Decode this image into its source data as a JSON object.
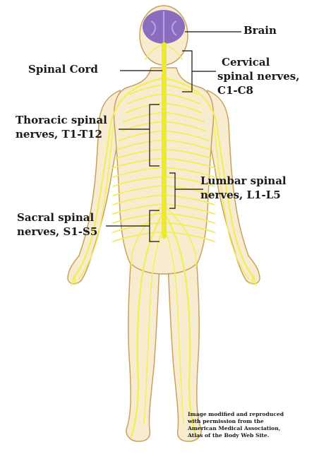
{
  "labels": {
    "brain": "Brain",
    "spinal_cord": "Spinal Cord",
    "cervical": [
      "Cervical",
      "spinal nerves,",
      "C1-C8"
    ],
    "thoracic": [
      "Thoracic spinal",
      "nerves, T1-T12"
    ],
    "lumbar": [
      "Lumbar spinal",
      "nerves, L1-L5"
    ],
    "sacral": [
      "Sacral spinal",
      "nerves, S1-S5"
    ]
  },
  "credit": [
    "Image modified and reproduced",
    "with permission from the",
    "American Medical Association,",
    "Atlas of the Body Web Site."
  ],
  "colors": {
    "skin": "#f7eccf",
    "outline": "#c8a060",
    "nerve": "#f2ee5a",
    "cord": "#ecea2a",
    "brain": "#8a6dbe",
    "brain_light": "#b9a2e2",
    "leader": "#111111"
  }
}
